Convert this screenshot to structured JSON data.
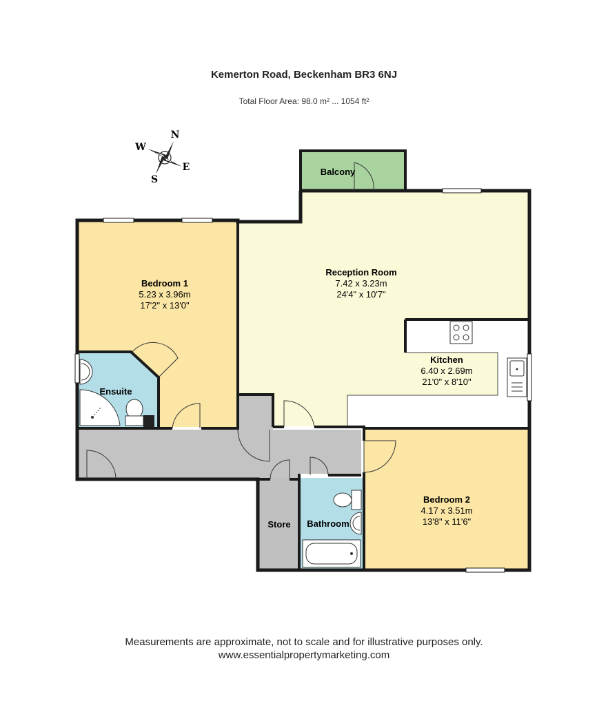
{
  "header": {
    "title": "Kemerton Road, Beckenham BR3 6NJ",
    "total_area": "Total Floor Area: 98.0 m² ... 1054 ft²"
  },
  "compass": {
    "n": "N",
    "e": "E",
    "s": "S",
    "w": "W"
  },
  "rooms": {
    "balcony": {
      "name": "Balcony"
    },
    "reception": {
      "name": "Reception Room",
      "metric": "7.42 x 3.23m",
      "imperial": "24'4\" x 10'7\""
    },
    "bedroom1": {
      "name": "Bedroom 1",
      "metric": "5.23 x 3.96m",
      "imperial": "17'2\" x 13'0\""
    },
    "kitchen": {
      "name": "Kitchen",
      "metric": "6.40 x 2.69m",
      "imperial": "21'0\" x 8'10\""
    },
    "ensuite": {
      "name": "Ensuite"
    },
    "bedroom2": {
      "name": "Bedroom 2",
      "metric": "4.17 x 3.51m",
      "imperial": "13'8\" x 11'6\""
    },
    "store": {
      "name": "Store"
    },
    "bathroom": {
      "name": "Bathroom"
    }
  },
  "footer": {
    "disclaimer": "Measurements are approximate, not to scale and for illustrative purposes only.",
    "website": "www.essentialpropertymarketing.com"
  },
  "colors": {
    "bedroom": "#fbe6a6",
    "reception": "#fafad8",
    "balcony": "#a9d4a0",
    "wet_room": "#b3dee8",
    "hall": "#c3c3c3",
    "wall": "#1a1a1a"
  }
}
